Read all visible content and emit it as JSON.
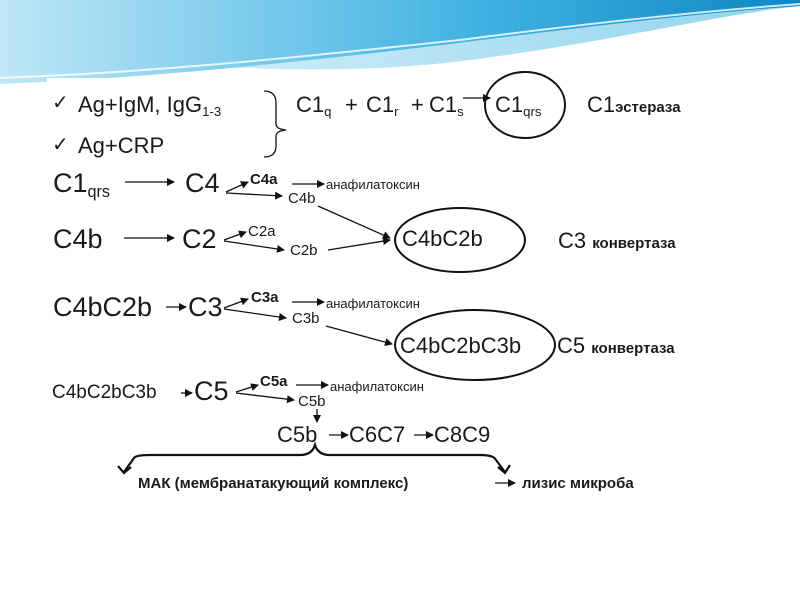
{
  "colors": {
    "accent": "#17a0d6",
    "text": "#1a1a1a",
    "background": "#ffffff"
  },
  "row1": {
    "check": "✓",
    "ag_igm": "Ag+IgM, IgG",
    "igg_sub": "1-3",
    "ag_crp": "Ag+CRP",
    "c1q": "C1",
    "c1q_sub": "q",
    "plus1": "+",
    "c1r": "C1",
    "c1r_sub": "r",
    "plus2": "+",
    "c1s": "C1",
    "c1s_sub": "s",
    "c1qrs": "C1",
    "c1qrs_sub": "qrs",
    "esterase_c1": "C1",
    "esterase_word": "эстераза"
  },
  "row2": {
    "c1qrs": "C1",
    "c1qrs_sub": "qrs",
    "c4": "C4",
    "c4a": "C4a",
    "anaphylatoxin": "анафилатоксин",
    "c4b": "C4b"
  },
  "row3": {
    "c4b": "C4b",
    "c2": "C2",
    "c2a": "C2a",
    "c2b": "C2b",
    "c4bc2b": "C4bC2b",
    "convertase_c3": "C3",
    "convertase_word": "конвертаза"
  },
  "row4": {
    "c4bc2b": "C4bC2b",
    "c3": "C3",
    "c3a": "C3a",
    "anaphylatoxin": "анафилатоксин",
    "c3b": "C3b",
    "c4bc2bc3b": "C4bC2bC3b",
    "convertase_c5": "C5",
    "convertase_word": "конвертаза"
  },
  "row5": {
    "c4bc2bc3b": "C4bC2bC3b",
    "c5": "C5",
    "c5a": "C5a",
    "anaphylatoxin": "анафилатоксин",
    "c5b": "C5b"
  },
  "row6": {
    "c5b": "C5b",
    "c6c7": "C6C7",
    "c8c9": "C8C9"
  },
  "row7": {
    "mac": "МАК (мембранатакующий комплекс)",
    "lysis": "лизис микроба"
  }
}
